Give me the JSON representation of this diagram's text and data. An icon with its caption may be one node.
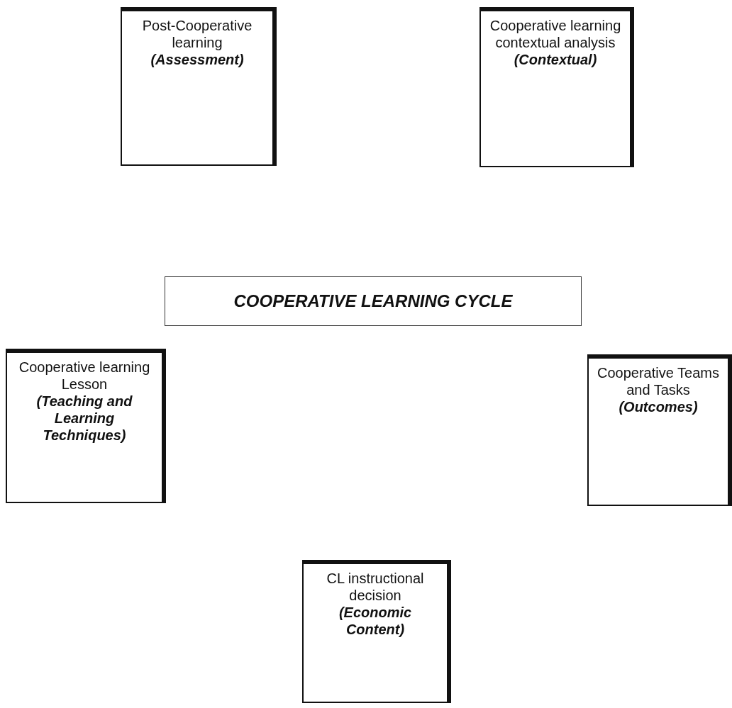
{
  "diagram": {
    "nodes": [
      {
        "text": [
          "Post-Cooperative learning",
          "(Assessment)"
        ]
      },
      {
        "text": [
          "Cooperative learning contextual analysis",
          "(Contextual)"
        ]
      },
      {
        "text": [
          "COOPERATIVE LEARNING CYCLE"
        ]
      },
      {
        "text": [
          "Cooperative learning Lesson",
          "(Teaching and Learning Techniques)"
        ]
      },
      {
        "text": [
          "Cooperative Teams and Tasks",
          "(Outcomes)"
        ]
      },
      {
        "text": [
          "CL instructional decision",
          "(Economic Content)"
        ]
      }
    ]
  }
}
